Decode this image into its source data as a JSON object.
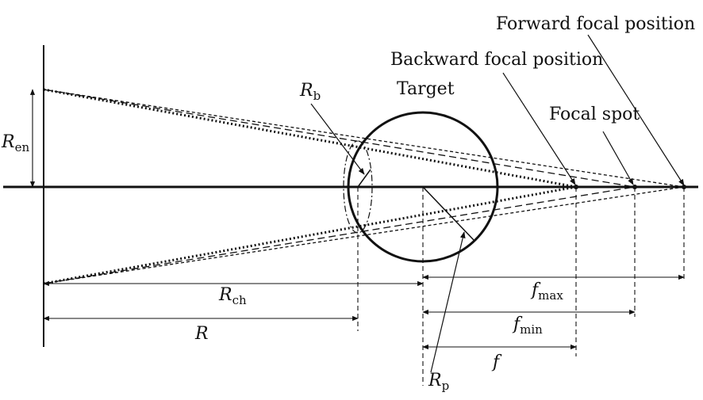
{
  "labels": {
    "forward_focal": "Forward focal position",
    "backward_focal": "Backward focal position",
    "focal_spot": "Focal spot",
    "target": "Target",
    "R_b": {
      "main": "R",
      "sub": "b"
    },
    "R_en": {
      "main": "R",
      "sub": "en"
    },
    "R_ch": {
      "main": "R",
      "sub": "ch"
    },
    "R": {
      "main": "R"
    },
    "f_max": {
      "main": "f",
      "sub": "max"
    },
    "f_min": {
      "main": "f",
      "sub": "min"
    },
    "f": {
      "main": "f"
    },
    "R_p": {
      "main": "R",
      "sub": "p"
    }
  }
}
